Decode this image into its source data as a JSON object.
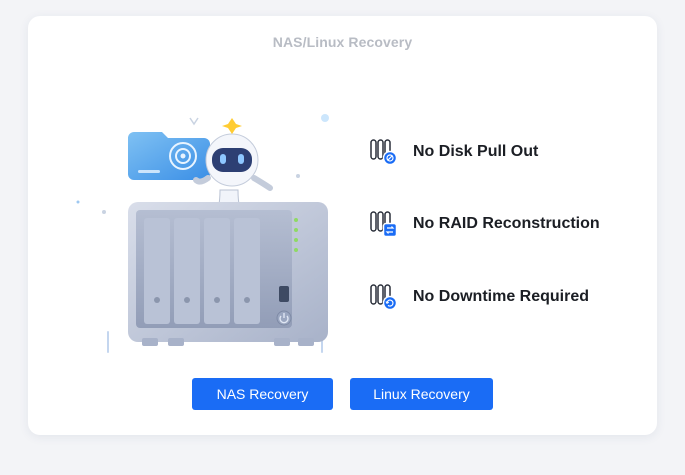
{
  "title": "NAS/Linux Recovery",
  "features": [
    {
      "label": "No Disk Pull Out",
      "icon": "disk-no-pull-icon"
    },
    {
      "label": "No RAID Reconstruction",
      "icon": "raid-no-rebuild-icon"
    },
    {
      "label": "No Downtime Required",
      "icon": "no-downtime-icon"
    }
  ],
  "buttons": {
    "nas_recovery": "NAS Recovery",
    "linux_recovery": "Linux Recovery"
  },
  "colors": {
    "accent": "#1a6cf5",
    "title": "#b8bcc4",
    "text": "#1b1e24",
    "card": "#ffffff",
    "background": "#f3f4f7"
  }
}
